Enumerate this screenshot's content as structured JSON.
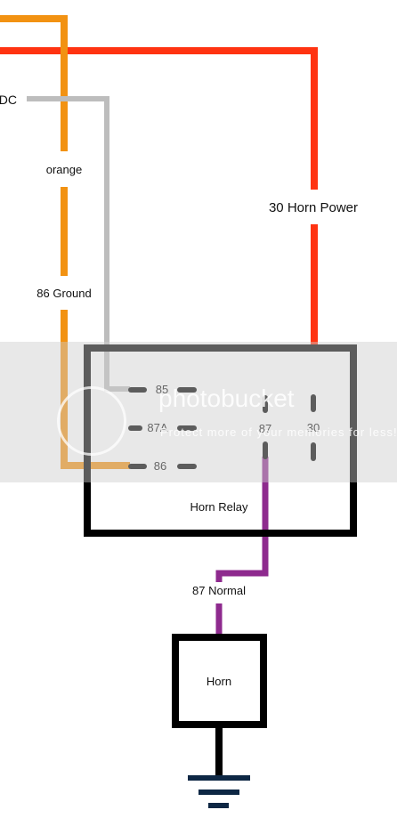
{
  "labels": {
    "dc": "DC",
    "orange": "orange",
    "horn_power": "30 Horn Power",
    "ground": "86 Ground",
    "relay_85": "85",
    "relay_87a": "87A",
    "relay_87": "87",
    "relay_30": "30",
    "relay_86": "86",
    "relay_title": "Horn Relay",
    "normal": "87 Normal",
    "horn": "Horn"
  },
  "watermark": {
    "name": "photobucket",
    "tagline": "Protect more of your memories for less!"
  },
  "colors": {
    "red_wire": "#ff3311",
    "orange_wire": "#f29212",
    "gray_wire": "#bdbdbd",
    "purple_wire": "#8e2a8e",
    "outline": "#000000",
    "ground": "#0d2744"
  }
}
